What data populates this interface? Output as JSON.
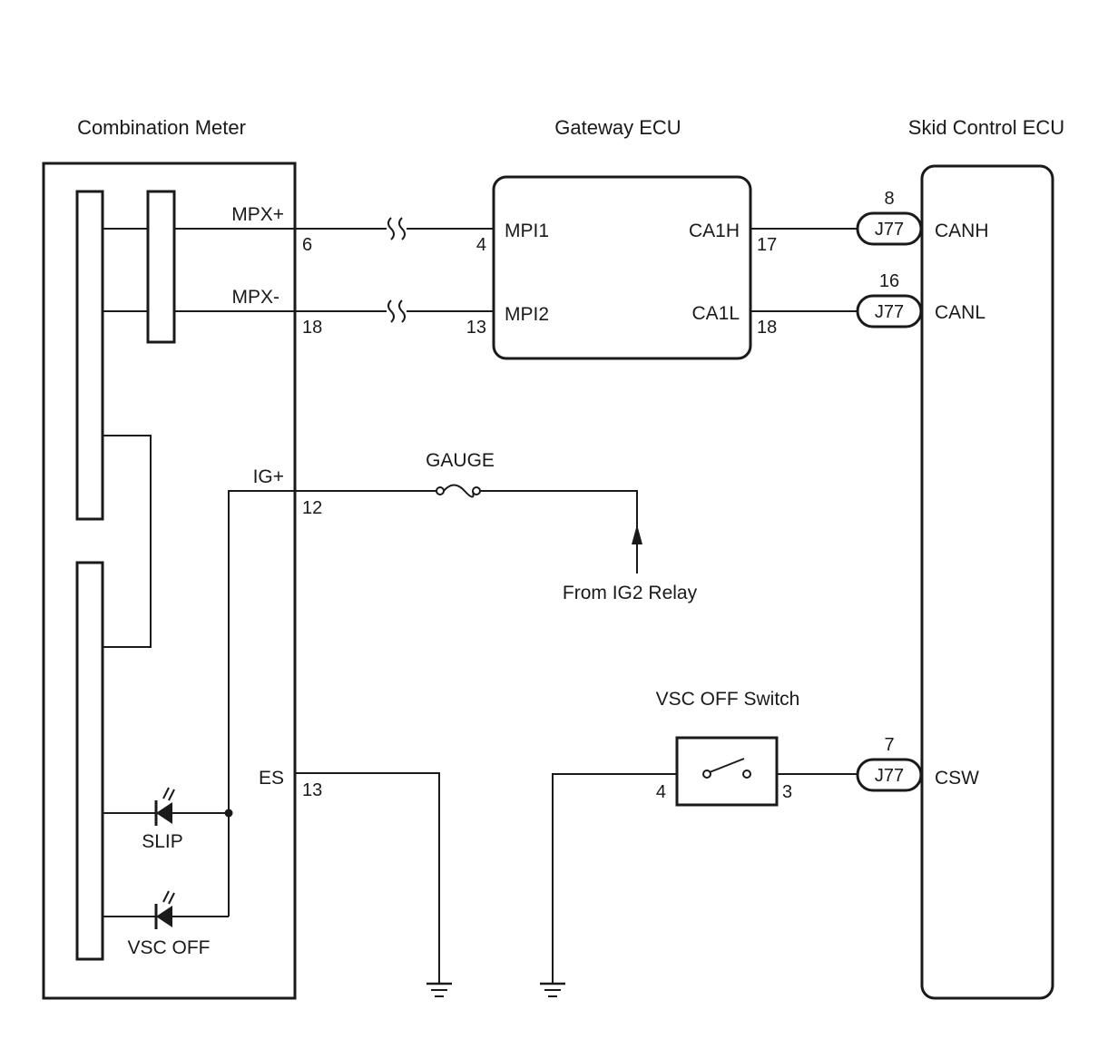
{
  "titles": {
    "combination_meter": "Combination Meter",
    "gateway_ecu": "Gateway ECU",
    "skid_control_ecu": "Skid Control ECU"
  },
  "combination_meter": {
    "terminals": {
      "mpx_plus": "MPX+",
      "mpx_minus": "MPX-",
      "ig_plus": "IG+",
      "es": "ES"
    },
    "pins": {
      "mpx_plus": "6",
      "mpx_minus": "18",
      "ig_plus": "12",
      "es": "13"
    },
    "indicators": {
      "slip": "SLIP",
      "vsc_off": "VSC OFF"
    }
  },
  "gateway_ecu": {
    "terminals": {
      "mpi1": "MPI1",
      "mpi2": "MPI2",
      "ca1h": "CA1H",
      "ca1l": "CA1L"
    },
    "pins": {
      "mpi1": "4",
      "mpi2": "13",
      "ca1h": "17",
      "ca1l": "18"
    }
  },
  "skid_control_ecu": {
    "terminals": {
      "canh": "CANH",
      "canl": "CANL",
      "csw": "CSW"
    },
    "connectors": {
      "canh": {
        "name": "J77",
        "pin": "8"
      },
      "canl": {
        "name": "J77",
        "pin": "16"
      },
      "csw": {
        "name": "J77",
        "pin": "7"
      }
    }
  },
  "fuse": {
    "label": "GAUGE"
  },
  "power_source": {
    "label": "From IG2 Relay"
  },
  "vsc_off_switch": {
    "label": "VSC OFF Switch",
    "pins": {
      "left": "4",
      "right": "3"
    }
  }
}
